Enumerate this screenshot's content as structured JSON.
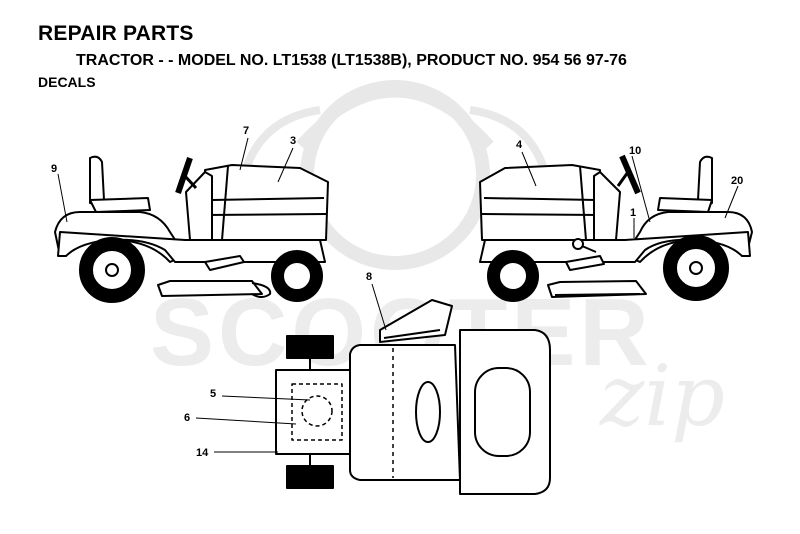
{
  "header": {
    "title": "REPAIR PARTS",
    "subtitle": "TRACTOR - - MODEL NO. LT1538 (LT1538B), PRODUCT NO. 954 56 97-76",
    "section": "DECALS"
  },
  "callouts": {
    "c1": "1",
    "c3": "3",
    "c4": "4",
    "c5": "5",
    "c6": "6",
    "c7": "7",
    "c8": "8",
    "c9": "9",
    "c10": "10",
    "c14": "14",
    "c20": "20"
  },
  "watermark": {
    "text_main": "SCOOTER",
    "text_script": "zip"
  },
  "colors": {
    "line": "#000000",
    "watermark": "#e6e6e6"
  }
}
